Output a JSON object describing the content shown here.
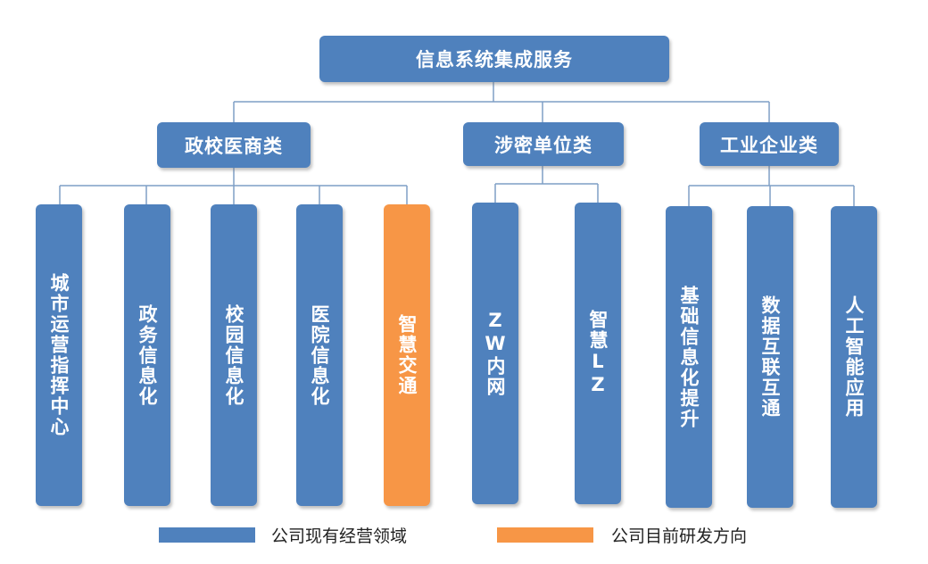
{
  "colors": {
    "existing": "#4F81BD",
    "research": "#F79646",
    "line": "#7F9FC6"
  },
  "root": {
    "label": "信息系统集成服务"
  },
  "categories": [
    {
      "label": "政校医商类",
      "children": [
        {
          "label": "城市运营指挥中心",
          "status": "existing"
        },
        {
          "label": "政务信息化",
          "status": "existing"
        },
        {
          "label": "校园信息化",
          "status": "existing"
        },
        {
          "label": "医院信息化",
          "status": "existing"
        },
        {
          "label": "智慧交通",
          "status": "research"
        }
      ]
    },
    {
      "label": "涉密单位类",
      "children": [
        {
          "label": "ZW内网",
          "status": "existing"
        },
        {
          "label": "智慧LZ",
          "status": "existing"
        }
      ]
    },
    {
      "label": "工业企业类",
      "children": [
        {
          "label": "基础信息化提升",
          "status": "existing"
        },
        {
          "label": "数据互联互通",
          "status": "existing"
        },
        {
          "label": "人工智能应用",
          "status": "existing"
        }
      ]
    }
  ],
  "legend": [
    {
      "label": "公司现有经营领域",
      "status": "existing"
    },
    {
      "label": "公司目前研发方向",
      "status": "research"
    }
  ]
}
